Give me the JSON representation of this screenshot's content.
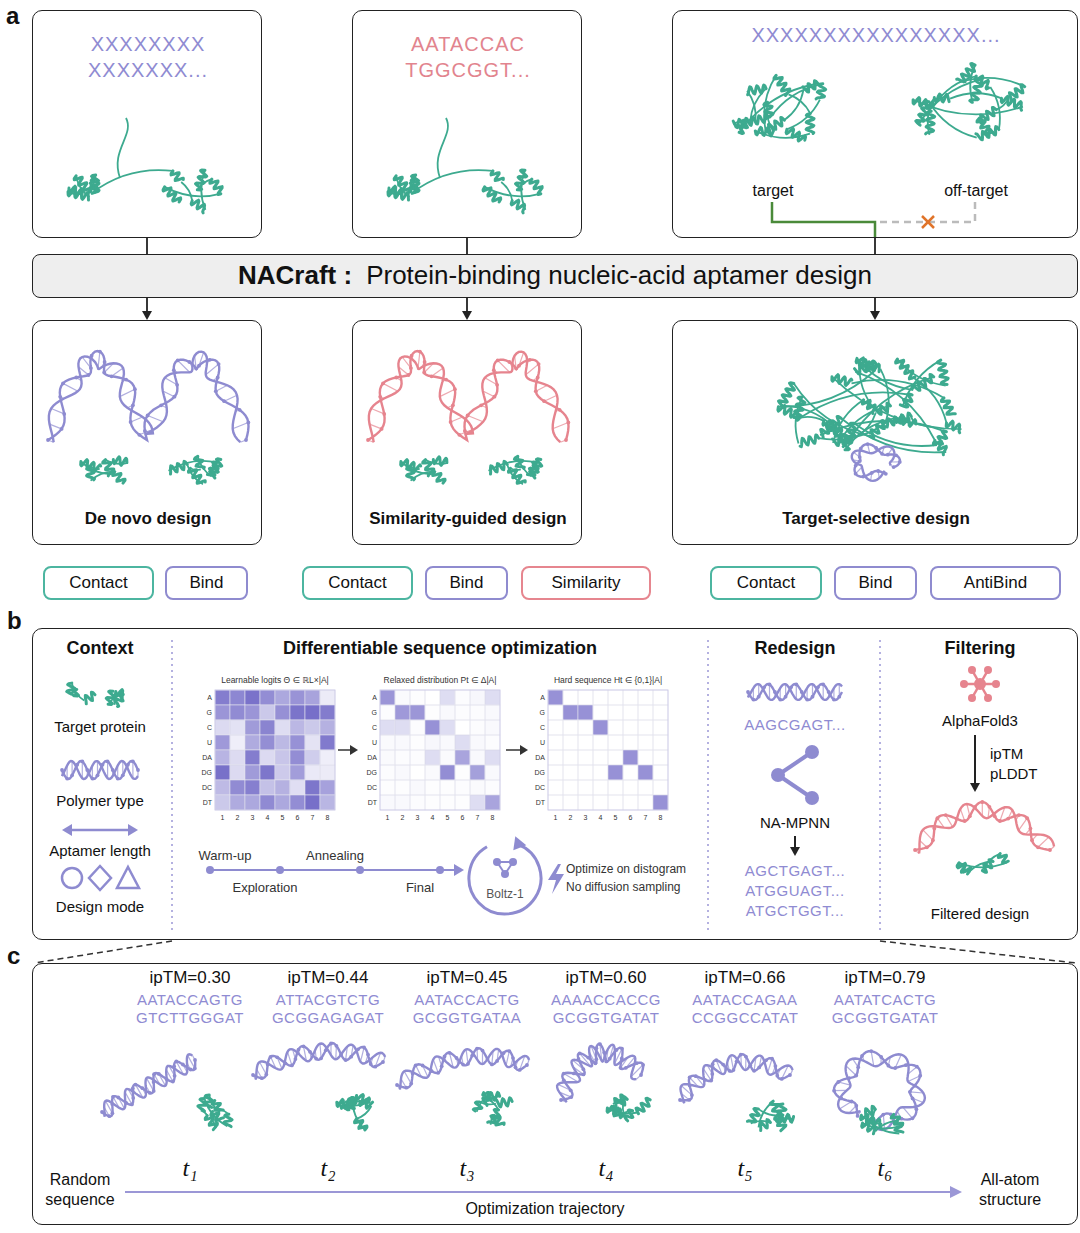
{
  "diagram": {
    "nodes": [
      {
        "text": [
          "XXXXXXXX XXXXXXX..."
        ]
      },
      {
        "text": [
          "AATACCAC TGGCGGT..."
        ]
      },
      {
        "text": [
          "XXXXXXXXXXXXXXXX...",
          "target",
          "off-target"
        ]
      },
      {
        "text": [
          "NACraft :",
          "Protein-binding nucleic-acid aptamer design"
        ]
      },
      {
        "text": [
          "De novo design"
        ]
      },
      {
        "text": [
          "Similarity-guided design"
        ]
      },
      {
        "text": [
          "Target-selective design"
        ]
      },
      {
        "text": [
          "Contact"
        ]
      },
      {
        "text": [
          "Bind"
        ]
      },
      {
        "text": [
          "Contact"
        ]
      },
      {
        "text": [
          "Bind"
        ]
      },
      {
        "text": [
          "Similarity"
        ]
      },
      {
        "text": [
          "Contact"
        ]
      },
      {
        "text": [
          "Bind"
        ]
      },
      {
        "text": [
          "AntiBind"
        ]
      },
      {
        "text": [
          "b"
        ]
      },
      {
        "text": [
          "c"
        ]
      }
    ],
    "edges": [
      {
        "from": 0,
        "to": 3,
        "arrow": "none"
      },
      {
        "from": 1,
        "to": 3,
        "arrow": "none"
      },
      {
        "from": 2,
        "to": 3,
        "arrow": "none"
      },
      {
        "from": 3,
        "to": 4,
        "arrow": "to"
      },
      {
        "from": 3,
        "to": 5,
        "arrow": "to"
      },
      {
        "from": 3,
        "to": 6,
        "arrow": "to"
      }
    ],
    "labels": [
      "a",
      "Context",
      "Target protein",
      "Polymer type",
      "Aptamer length",
      "Design mode",
      "Differentiable sequence optimization",
      "Learnable logits Θ ∈ ℝL×|A|",
      "Relaxed distribution Pt ∈ Δ|A|",
      "Hard sequence Ht ∈ {0,1}|A|",
      "A",
      "G",
      "C",
      "U",
      "DA",
      "DG",
      "DC",
      "DT",
      "1",
      "2",
      "3",
      "4",
      "5",
      "6",
      "7",
      "8",
      "A",
      "G",
      "C",
      "U",
      "DA",
      "DG",
      "DC",
      "DT",
      "1",
      "2",
      "3",
      "4",
      "5",
      "6",
      "7",
      "8",
      "A",
      "G",
      "C",
      "U",
      "DA",
      "DG",
      "DC",
      "DT",
      "1",
      "2",
      "3",
      "4",
      "5",
      "6",
      "7",
      "8",
      "Warm-up",
      "Exploration",
      "Annealing",
      "Final",
      "Boltz-1",
      "Optimize on distogram",
      "No diffusion sampling",
      "Redesign",
      "AAGCGAGT...",
      "NA-MPNN",
      "AGCTGAGT...",
      "ATGGUAGT...",
      "ATGCTGGT...",
      "Filtering",
      "AlphaFold3",
      "ipTM",
      "pLDDT",
      "Filtered design",
      "ipTM=0.30",
      "ipTM=0.44",
      "ipTM=0.45",
      "ipTM=0.60",
      "ipTM=0.66",
      "ipTM=0.79",
      "AATACCAGTG GTCTTGGGAT",
      "ATTACGTCTG GCGGAGAGAT",
      "AATACCACTG GCGGTGATAA",
      "AAAACCACCG GCGGTGATAT",
      "AATACCAGAA CCGGCCATAT",
      "AATATCACTG GCGGTGATAT",
      "t₁",
      "t₂",
      "t₃",
      "t₄",
      "t₅",
      "t₆",
      "Random sequence",
      "Optimization trajectory",
      "All-atom structure"
    ]
  }
}
